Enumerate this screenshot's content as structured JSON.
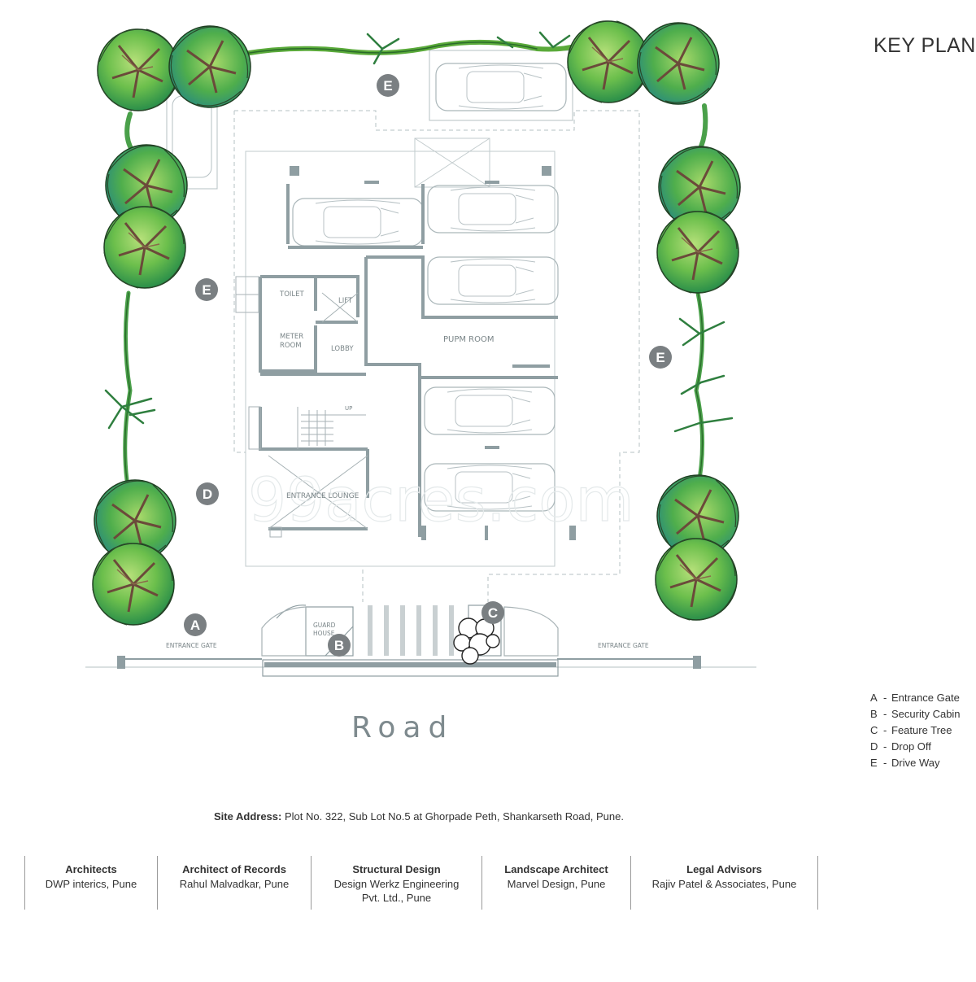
{
  "key_plan_title": "KEY PLAN",
  "road_label": "Road",
  "plan_labels": {
    "toilet": "TOILET",
    "lift": "LIFT",
    "meter_room_1": "METER",
    "meter_room_2": "ROOM",
    "lobby": "LOBBY",
    "pump_room": "PUPM ROOM",
    "up": "UP",
    "entrance_lounge": "ENTRANCE LOUNGE",
    "guard_house_1": "GUARD",
    "guard_house_2": "HOUSE",
    "entrance_gate_left": "ENTRANCE GATE",
    "entrance_gate_right": "ENTRANCE GATE",
    "watermark": "99acres.com"
  },
  "markers": {
    "e_top": "E",
    "e_left": "E",
    "e_right": "E",
    "d": "D",
    "a": "A",
    "b": "B",
    "c": "C"
  },
  "legend": [
    {
      "key": "A",
      "label": "Entrance Gate"
    },
    {
      "key": "B",
      "label": "Security Cabin"
    },
    {
      "key": "C",
      "label": "Feature Tree"
    },
    {
      "key": "D",
      "label": "Drop Off"
    },
    {
      "key": "E",
      "label": "Drive Way"
    }
  ],
  "site_address": {
    "label": "Site Address:",
    "value": "Plot No. 322, Sub Lot No.5 at Ghorpade Peth, Shankarseth Road, Pune."
  },
  "credits": [
    {
      "heading": "Architects",
      "line1": "DWP interics, Pune",
      "line2": ""
    },
    {
      "heading": "Architect of Records",
      "line1": "Rahul Malvadkar, Pune",
      "line2": ""
    },
    {
      "heading": "Structural Design",
      "line1": "Design Werkz Engineering",
      "line2": "Pvt. Ltd., Pune"
    },
    {
      "heading": "Landscape Architect",
      "line1": "Marvel Design, Pune",
      "line2": ""
    },
    {
      "heading": "Legal Advisors",
      "line1": "Rajiv Patel & Associates, Pune",
      "line2": ""
    }
  ],
  "colors": {
    "wall": "#8f9ea2",
    "line": "#b5c0c3",
    "marker": "#7a7f82",
    "tree_light": "#8fcf5a",
    "tree_dark": "#2e9a4a",
    "tree_blue": "#3a9a8a"
  }
}
